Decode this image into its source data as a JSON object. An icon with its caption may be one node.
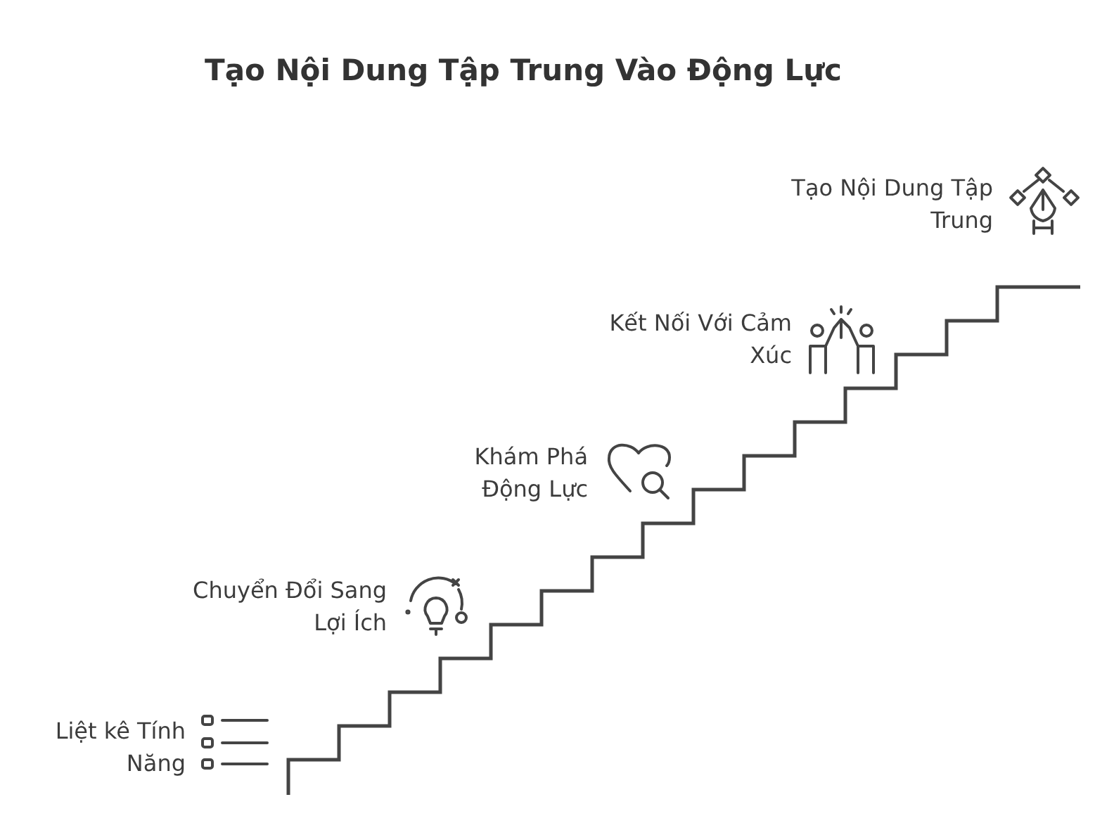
{
  "diagram": {
    "title": "Tạo Nội Dung Tập Trung Vào Động Lực",
    "nodes": [
      {
        "text": [
          "Liệt kê Tính Năng"
        ]
      },
      {
        "text": [
          "Chuyển Đổi Sang Lợi Ích"
        ]
      },
      {
        "text": [
          "Khám Phá Động Lực"
        ]
      },
      {
        "text": [
          "Kết Nối Với Cảm Xúc"
        ]
      },
      {
        "text": [
          "Tạo Nội Dung Tập Trung"
        ]
      }
    ]
  }
}
